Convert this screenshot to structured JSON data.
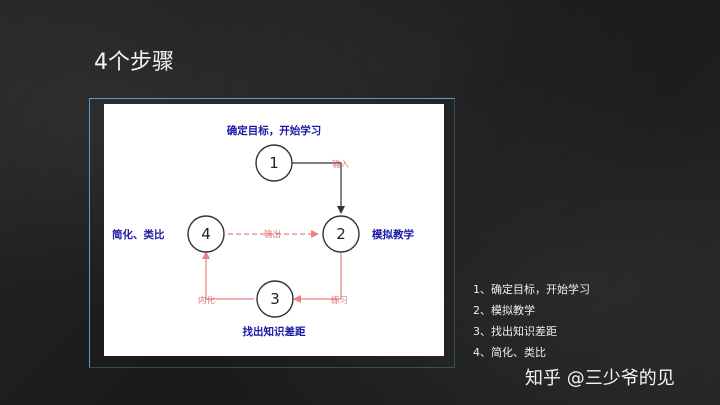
{
  "slide": {
    "title": "4个步骤"
  },
  "diagram": {
    "nodes": [
      {
        "num": "1",
        "label": "确定目标，开始学习"
      },
      {
        "num": "2",
        "label": "模拟教学"
      },
      {
        "num": "3",
        "label": "找出知识差距"
      },
      {
        "num": "4",
        "label": "简化、类比"
      }
    ],
    "edges": {
      "e12": "输入",
      "e23": "练习",
      "e34": "内化",
      "e42": "输出"
    },
    "colors": {
      "node_label": "#1a1aa6",
      "edge_label": "#e07373",
      "red_arrow": "#ea8080",
      "black_arrow": "#333333"
    }
  },
  "steps": [
    "1、确定目标，开始学习",
    "2、模拟教学",
    "3、找出知识差距",
    "4、简化、类比"
  ],
  "watermark": "知乎 @三少爷的见"
}
